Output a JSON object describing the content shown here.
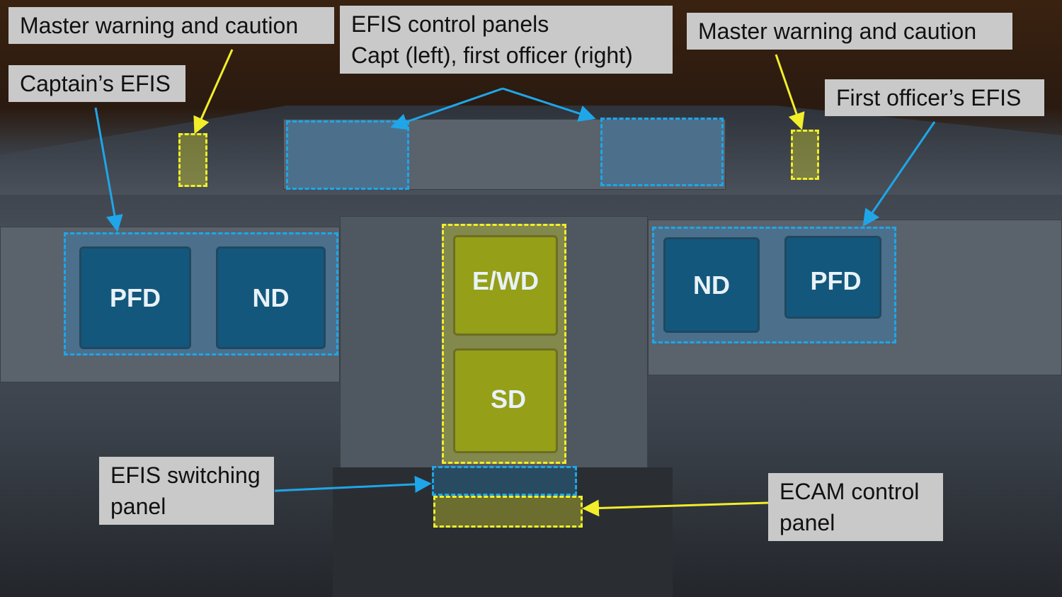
{
  "labels": {
    "master_warning_left": "Master warning and caution",
    "captain_efis": "Captain’s EFIS",
    "efis_control_line1": "EFIS control panels",
    "efis_control_line2": "Capt (left), first officer (right)",
    "master_warning_right": "Master warning and caution",
    "first_officer_efis": "First officer’s EFIS",
    "efis_switching_line1": "EFIS switching",
    "efis_switching_line2": "panel",
    "ecam_control_line1": "ECAM control",
    "ecam_control_line2": "panel"
  },
  "displays": {
    "capt_pfd": "PFD",
    "capt_nd": "ND",
    "ewd": "E/WD",
    "sd": "SD",
    "fo_nd": "ND",
    "fo_pfd": "PFD"
  },
  "colors": {
    "yellow": "#f2ee2a",
    "blue": "#1fa6e8",
    "label_bg": "#c9c9c9"
  }
}
